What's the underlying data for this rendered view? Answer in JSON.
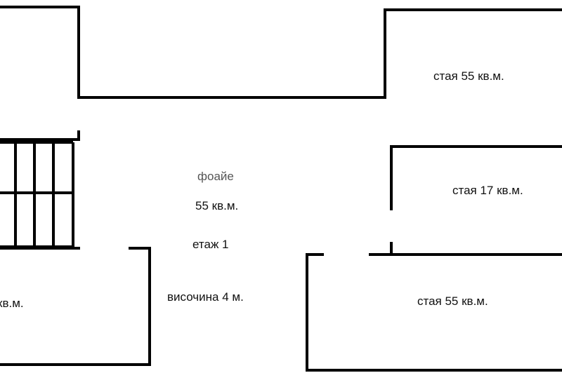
{
  "plan": {
    "foyer": {
      "name": "фоайе",
      "area": "55 кв.м.",
      "floor": "етаж 1",
      "height": "височина 4 м."
    },
    "room_top_right": {
      "label": "стая 55 кв.м."
    },
    "room_middle_right": {
      "label": "стая 17 кв.м."
    },
    "room_bottom_right": {
      "label": "стая 55 кв.м."
    },
    "room_bottom_left": {
      "label_fragment": "кв.м."
    }
  },
  "colors": {
    "wall": "#000000",
    "background": "#ffffff",
    "text": "#111111"
  }
}
